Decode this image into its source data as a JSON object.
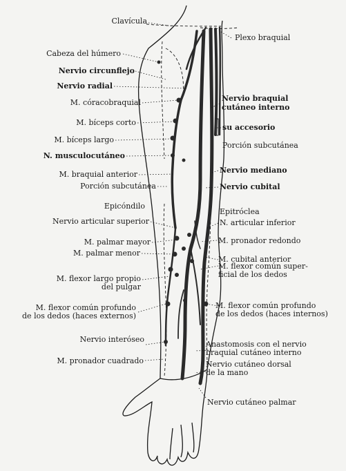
{
  "labels": {
    "clavicula": "Clavícula",
    "plexo": "Plexo braquial",
    "cabeza": "Cabeza del húmero",
    "circunflejo": "Nervio circunflejo",
    "radial": "Nervio radial",
    "braquial_cut_1": "Nervio braquial",
    "braquial_cut_2": "cutáneo interno",
    "coracobraquial": "M. córacobraquial",
    "biceps_corto": "M. bíceps corto",
    "accesorio": "su accesorio",
    "biceps_largo": "M. bíceps largo",
    "porcion_subcutanea_r": "Porción subcutánea",
    "musculocutaneo": "N. musculocutáneo",
    "braquial_anterior": "M. braquial anterior",
    "mediano": "Nervio mediano",
    "porcion_subcutanea_l": "Porción subcutánea",
    "cubital": "Nervio cubital",
    "epicondilo": "Epicóndilo",
    "epitroclea": "Epitróclea",
    "articular_superior": "Nervio articular superior",
    "articular_inferior": "N. articular inferior",
    "palmar_mayor": "M. palmar mayor",
    "pronador_redondo": "M. pronador redondo",
    "palmar_menor": "M. palmar menor",
    "cubital_anterior": "M. cubital anterior",
    "flexor_sup_1": "M. flexor común super-",
    "flexor_sup_2": "ficial de los dedos",
    "flexor_largo_1": "M. flexor largo propio",
    "flexor_largo_2": "del pulgar",
    "flexor_prof_ext_1": "M. flexor común profundo",
    "flexor_prof_ext_2": "de los dedos (haces externos)",
    "flexor_prof_int_1": "M. flexor común profundo",
    "flexor_prof_int_2": "de los dedos (haces internos)",
    "interoseo": "Nervio interóseo",
    "anastomosis_1": "Anastomosis con el nervio",
    "anastomosis_2": "braquial cutáneo interno",
    "pronador_cuadrado": "M. pronador cuadrado",
    "cutaneo_dorsal_1": "Nervio cutáneo dorsal",
    "cutaneo_dorsal_2": "de la mano",
    "cutaneo_palmar": "Nervio cutáneo palmar"
  },
  "colors": {
    "ink": "#1a1a1a",
    "nerve": "#2a2a2a",
    "paper": "#f4f4f2"
  }
}
